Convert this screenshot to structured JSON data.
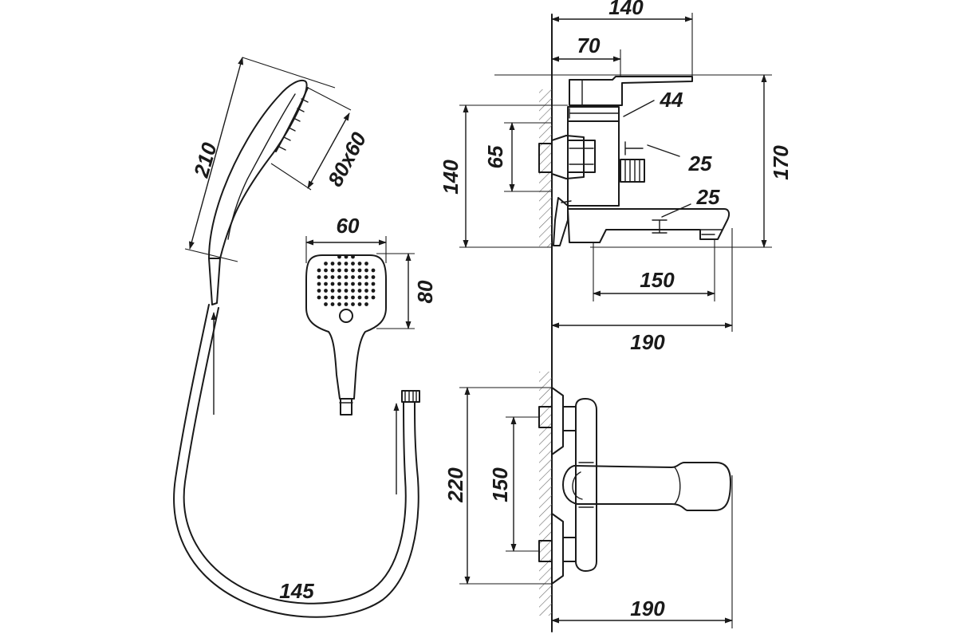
{
  "dimensions": {
    "handset_length": "210",
    "head_size": "80x60",
    "head_width": "60",
    "head_height": "80",
    "hose_length": "145",
    "top_total_width": "140",
    "top_half_width": "70",
    "body_width": "44",
    "pipe_25_upper": "25",
    "pipe_25_lower": "25",
    "connector_65": "65",
    "body_height_140": "140",
    "total_height_170": "170",
    "spout_150": "150",
    "spout_190_top": "190",
    "front_height_220": "220",
    "inlet_spacing_150": "150",
    "spout_190_front": "190"
  },
  "colors": {
    "line": "#1a1a1a",
    "hatch": "#6a6a6a",
    "background": "#ffffff"
  }
}
